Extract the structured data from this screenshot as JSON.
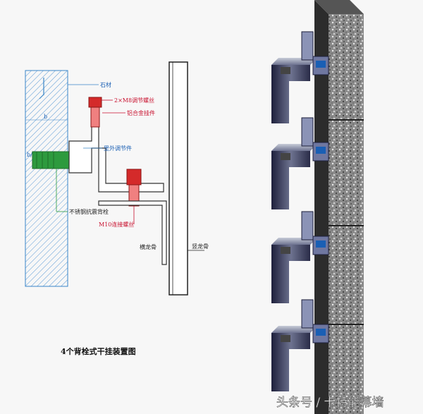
{
  "labels": {
    "stone": "石材",
    "bolt_adjust": "2×M8调节螺丝",
    "alloy_hanger": "铝合金挂件",
    "inner_outer_adjust": "里外调节件",
    "stainless_anchor": "不锈钢抗震背栓",
    "m10_bolt": "M10连接螺丝",
    "horizontal_keel": "横龙骨",
    "vertical_keel": "竖龙骨",
    "dim_b": "b",
    "dim_b2": "b/2"
  },
  "caption": "4个背栓式干挂装置图",
  "watermark": "头条号 / 卡特能幕墙",
  "colors": {
    "stone_hatch": "#3a86c8",
    "red_part": "#d42a2a",
    "green_part": "#2d9a3e",
    "granite": "#6a6a6a"
  }
}
